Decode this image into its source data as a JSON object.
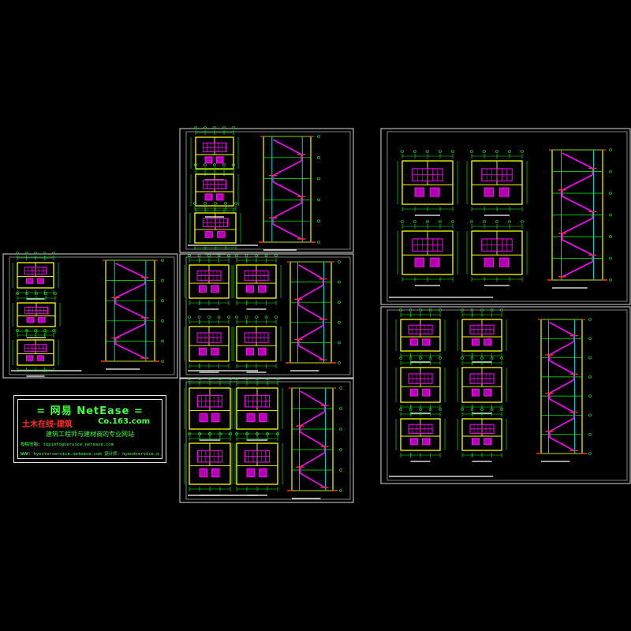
{
  "logo": {
    "title": "= 网易 NetEase =",
    "channel": "土木在线·建筑",
    "site": "Co.163.com",
    "slogan": "建筑工程师与建材商的专业网站",
    "contact": "投稿信箱: tupinfo@service.netease.com",
    "web": "WWW: hyenterservice.netease.com 设计师: hyendservice.netease.com"
  },
  "colors": {
    "background": "#000000",
    "sheet_frame": "#d8d8d8",
    "wall": "#ffff00",
    "dimension": "#00ff00",
    "stair": "#ff00ff",
    "stair_fill": "#b000b0",
    "axis": "#00ffff",
    "structure": "#ff3030",
    "text": "#ffffff"
  },
  "sheets": [
    {
      "id": "sheet-1",
      "plans": 3,
      "section": true
    },
    {
      "id": "sheet-2",
      "plans": 3,
      "section": true
    },
    {
      "id": "sheet-3",
      "plans": 4,
      "section": true
    },
    {
      "id": "sheet-4",
      "plans": 4,
      "section": true
    },
    {
      "id": "sheet-5",
      "plans": 4,
      "section": true
    },
    {
      "id": "sheet-6",
      "plans": 6,
      "section": true
    }
  ]
}
